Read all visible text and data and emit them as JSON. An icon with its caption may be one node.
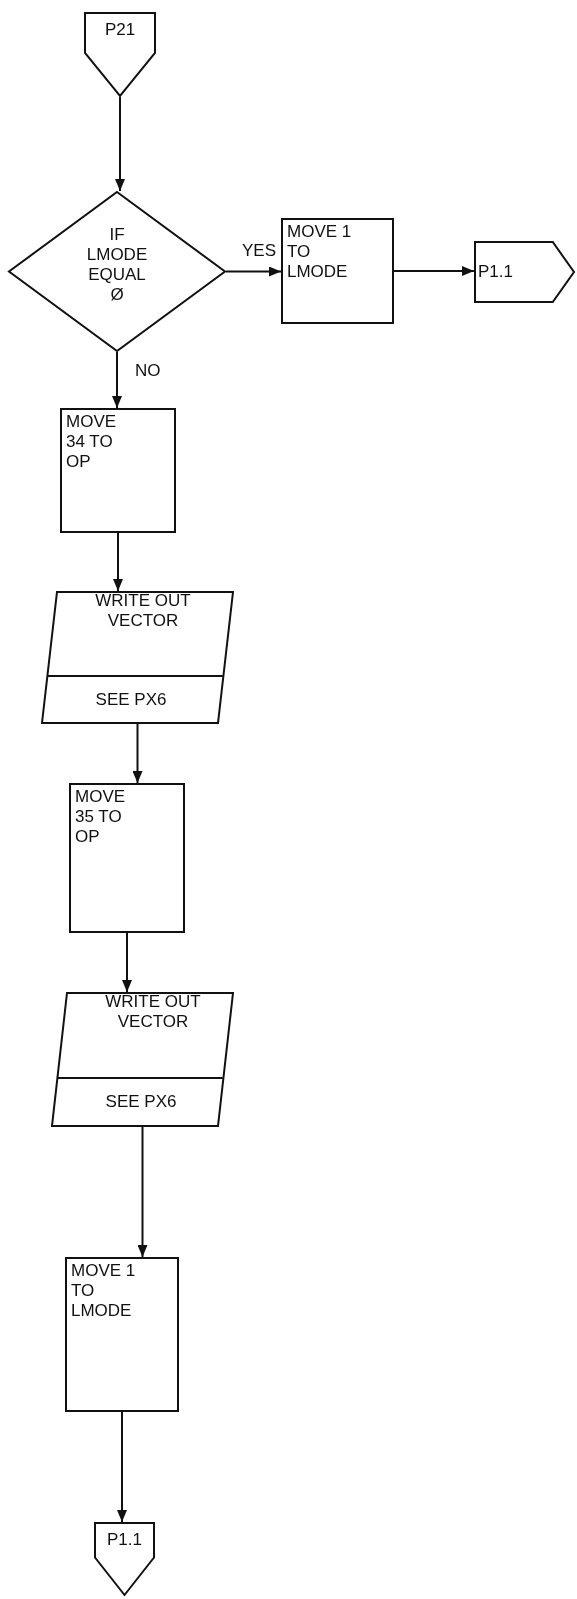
{
  "diagram": {
    "nodes": [
      {
        "text": [
          "P21"
        ]
      },
      {
        "text": [
          "IF LMODE EQUAL Ø"
        ]
      },
      {
        "text": [
          "MOVE 1 TO LMODE"
        ]
      },
      {
        "text": [
          "P1.1"
        ]
      },
      {
        "text": [
          "MOVE 34 TO OP"
        ]
      },
      {
        "text": [
          "WRITE OUT VECTOR",
          "SEE PX6"
        ]
      },
      {
        "text": [
          "MOVE 35 TO OP"
        ]
      },
      {
        "text": [
          "WRITE OUT VECTOR",
          "SEE PX6"
        ]
      },
      {
        "text": [
          "MOVE 1 TO LMODE"
        ]
      },
      {
        "text": [
          "P1.1"
        ]
      }
    ],
    "edges": [
      {
        "from": 0,
        "to": 1,
        "arrow": "to"
      },
      {
        "from": 1,
        "to": 2,
        "arrow": "to",
        "label": "YES"
      },
      {
        "from": 2,
        "to": 3,
        "arrow": "to"
      },
      {
        "from": 1,
        "to": 4,
        "arrow": "to",
        "label": "NO"
      },
      {
        "from": 4,
        "to": 5,
        "arrow": "to"
      },
      {
        "from": 5,
        "to": 6,
        "arrow": "to"
      },
      {
        "from": 6,
        "to": 7,
        "arrow": "to"
      },
      {
        "from": 7,
        "to": 8,
        "arrow": "to"
      },
      {
        "from": 8,
        "to": 9,
        "arrow": "to"
      }
    ]
  }
}
